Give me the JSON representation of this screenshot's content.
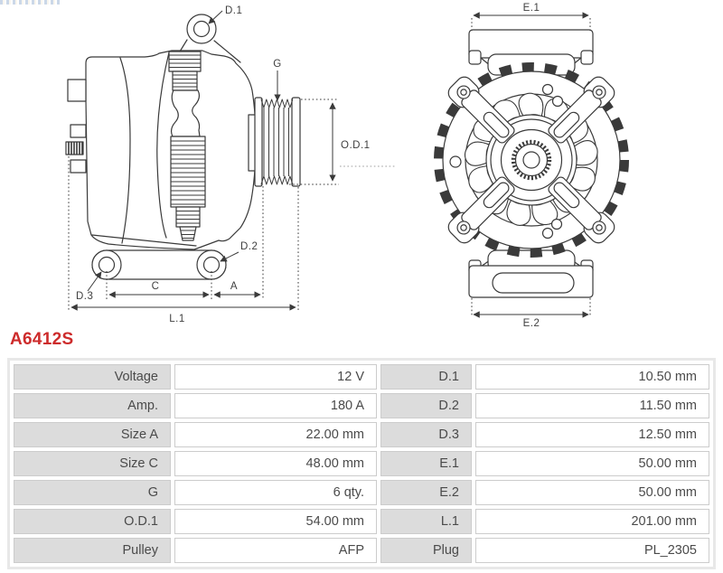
{
  "part_number": "A6412S",
  "colors": {
    "part_number_red": "#cd2b2b",
    "line_color": "#3a3a3a",
    "text_color": "#4a4a4a",
    "label_bg": "#dcdcdc",
    "cell_border": "#cccccc",
    "table_outer_bg": "#e8e8e8"
  },
  "diagram": {
    "side_view": {
      "labels": {
        "d1": "D.1",
        "g": "G",
        "od1": "O.D.1",
        "d2": "D.2",
        "d3": "D.3",
        "c": "C",
        "a": "A",
        "l1": "L.1"
      }
    },
    "front_view": {
      "labels": {
        "e1": "E.1",
        "e2": "E.2"
      }
    }
  },
  "table": {
    "rows": [
      {
        "label_left": "Voltage",
        "value_left": "12 V",
        "label_right": "D.1",
        "value_right": "10.50 mm"
      },
      {
        "label_left": "Amp.",
        "value_left": "180 A",
        "label_right": "D.2",
        "value_right": "11.50 mm"
      },
      {
        "label_left": "Size A",
        "value_left": "22.00 mm",
        "label_right": "D.3",
        "value_right": "12.50 mm"
      },
      {
        "label_left": "Size C",
        "value_left": "48.00 mm",
        "label_right": "E.1",
        "value_right": "50.00 mm"
      },
      {
        "label_left": "G",
        "value_left": "6 qty.",
        "label_right": "E.2",
        "value_right": "50.00 mm"
      },
      {
        "label_left": "O.D.1",
        "value_left": "54.00 mm",
        "label_right": "L.1",
        "value_right": "201.00 mm"
      },
      {
        "label_left": "Pulley",
        "value_left": "AFP",
        "label_right": "Plug",
        "value_right": "PL_2305"
      }
    ]
  }
}
